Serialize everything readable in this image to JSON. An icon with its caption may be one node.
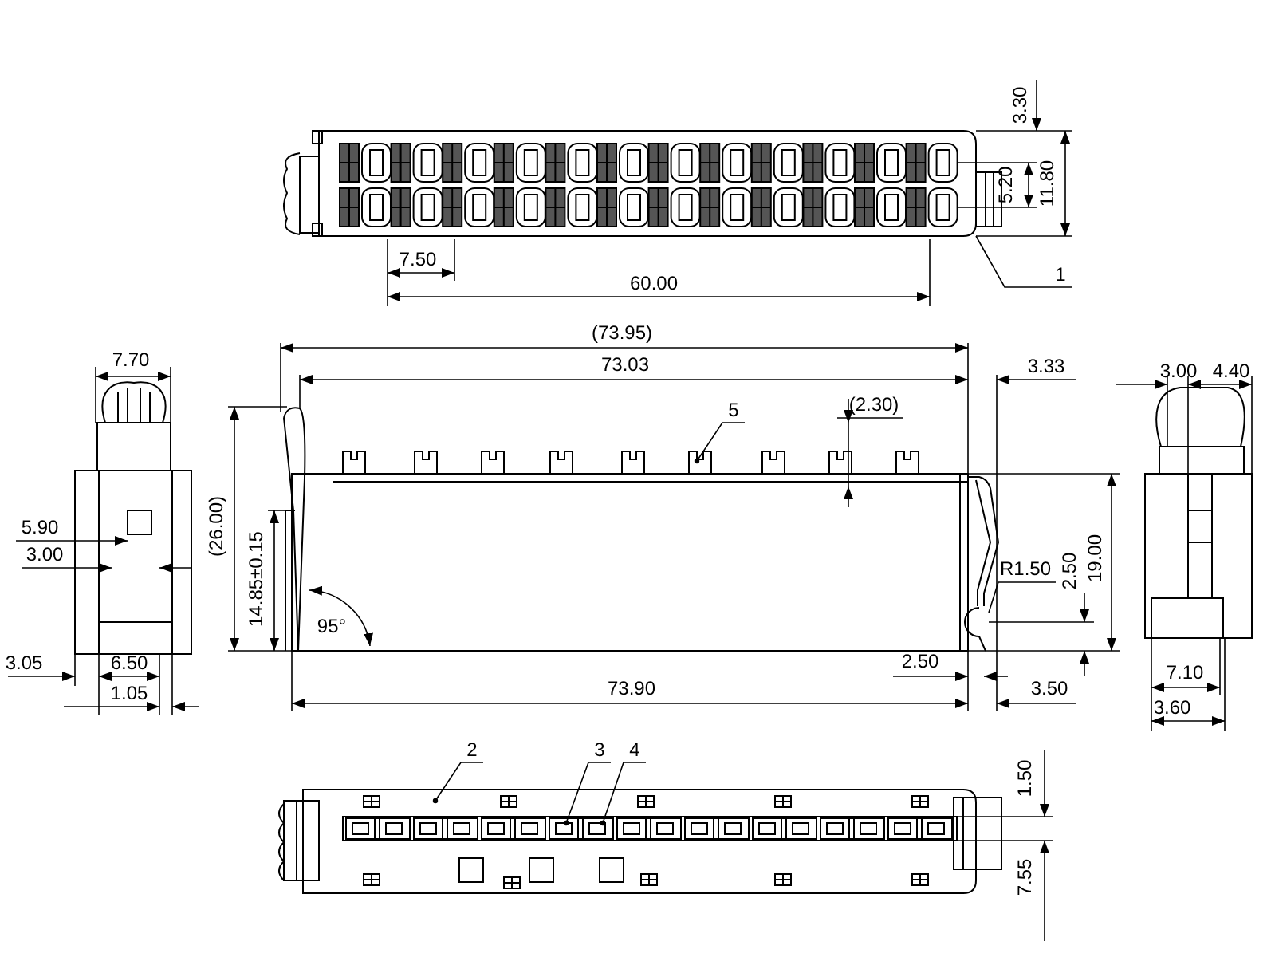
{
  "diagram": {
    "nodes": [
      {
        "text": [
          "1"
        ]
      },
      {
        "text": [
          "5"
        ]
      },
      {
        "text": [
          "2"
        ]
      },
      {
        "text": [
          "3"
        ]
      },
      {
        "text": [
          "4"
        ]
      }
    ],
    "edges": [
      {
        "from": 0,
        "to": null,
        "arrow": "none"
      },
      {
        "from": 1,
        "to": null,
        "arrow": "other"
      },
      {
        "from": 2,
        "to": null,
        "arrow": "other"
      },
      {
        "from": 3,
        "to": null,
        "arrow": "other"
      },
      {
        "from": 4,
        "to": null,
        "arrow": "other"
      }
    ],
    "labels": [
      "3.30",
      "5.20",
      "11.80",
      "7.50",
      "60.00",
      "(73.95)",
      "7.70",
      "73.03",
      "3.33",
      "3.00",
      "4.40",
      "(2.30)",
      "(26.00)",
      "5.90",
      "3.00",
      "14.85±0.15",
      "19.00",
      "95°",
      "R1.50",
      "2.50",
      "3.05",
      "6.50",
      "2.50",
      "1.05",
      "73.90",
      "3.50",
      "7.10",
      "3.60",
      "1.50",
      "7.55"
    ]
  }
}
